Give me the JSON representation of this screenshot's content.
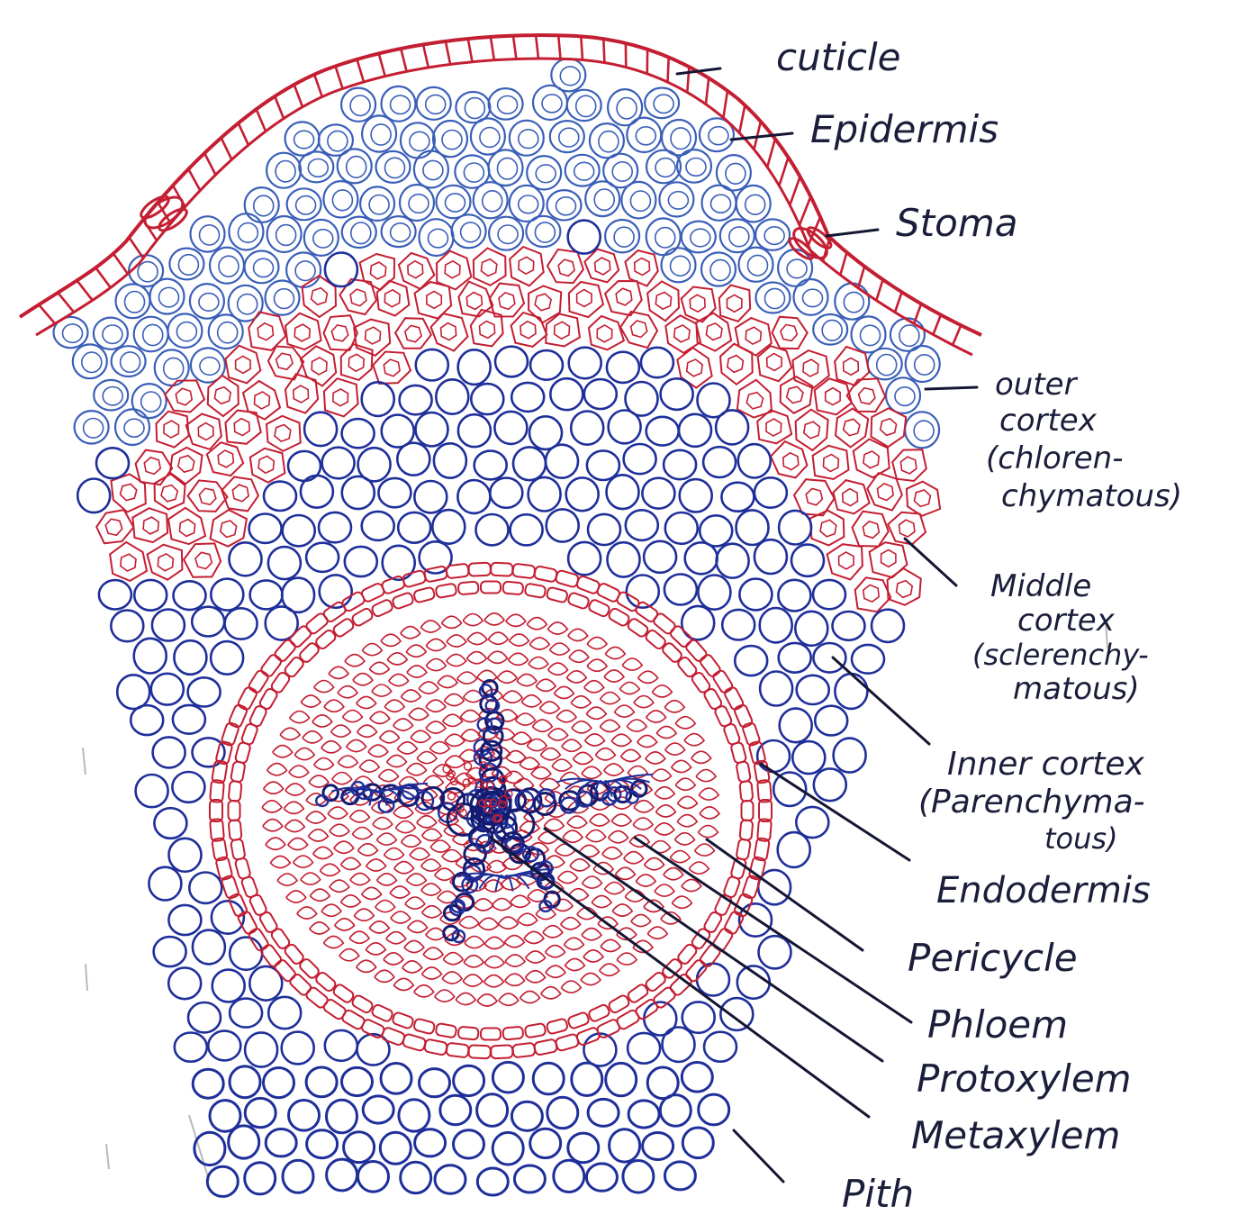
{
  "colors": {
    "paper": "#ffffff",
    "red_ink": "#c41e32",
    "blue_ink": "#1f2f9a",
    "dark_blue_ink": "#141a6e",
    "label_ink": "#1b1e3a"
  },
  "labels": {
    "cuticle": "cuticle",
    "epidermis": "Epidermis",
    "stoma": "Stoma",
    "outer_cortex": [
      "outer",
      "cortex",
      "(chloren-",
      "chymatous)"
    ],
    "middle_cortex": [
      "Middle",
      "cortex",
      "(sclerenchy-",
      "matous)"
    ],
    "inner_cortex": [
      "Inner cortex",
      "(Parenchyma-",
      "tous)"
    ],
    "endodermis": "Endodermis",
    "pericycle": "Pericycle",
    "phloem": "Phloem",
    "protoxylem": "Protoxylem",
    "metaxylem": "Metaxylem",
    "pith": "Pith"
  }
}
